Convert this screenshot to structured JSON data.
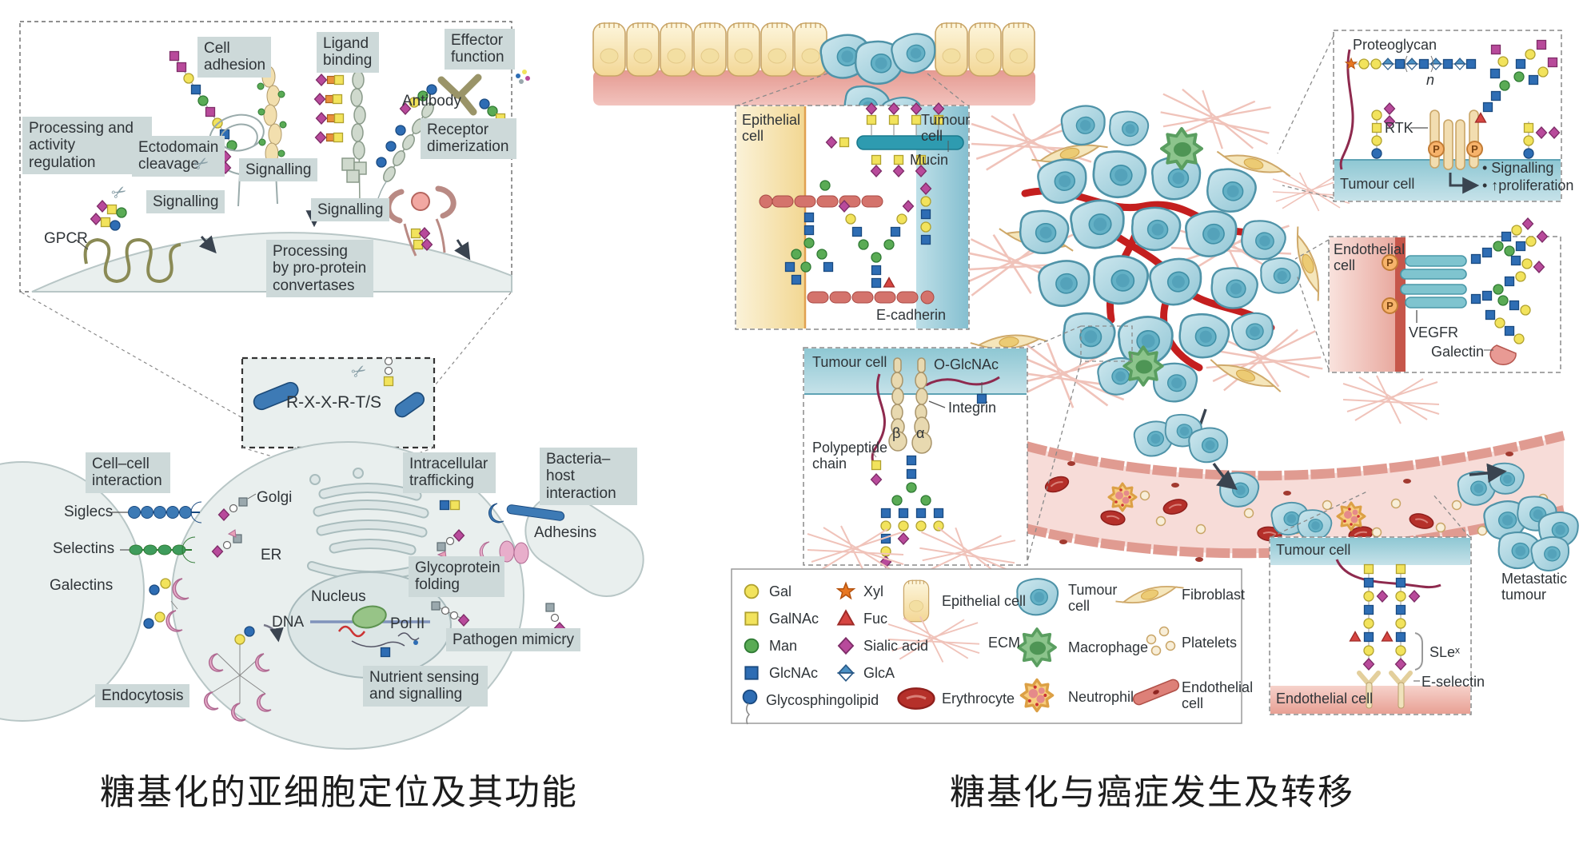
{
  "captions": {
    "left": "糖基化的亚细胞定位及其功能",
    "right": "糖基化与癌症发生及转移"
  },
  "icons": {
    "scissors": "✂"
  },
  "colors": {
    "label_box_bg": "#cdd9d9",
    "cell_body": "#e9efee",
    "cell_outline": "#b8c6c6",
    "tumour_fill": "#a9d2e0",
    "tumour_outline": "#4f93a8",
    "vessel_wall": "#e09b91",
    "vessel_lumen": "#f7dcd8",
    "erythrocyte": "#b5302a",
    "macrophage": "#8cc48c",
    "fibroblast": "#f5e6bb",
    "gal_yellow": "#f2e35c",
    "man_green": "#5aab55",
    "glcnac_blue": "#2e6db4",
    "sialic_magenta": "#b84a9b",
    "fuc_red": "#d64541",
    "xyl_orange": "#e87722",
    "polypeptide_maroon": "#8e2a4e",
    "mucin_teal": "#2e9bb0"
  },
  "left_panel": {
    "labels": {
      "cell_adhesion": "Cell adhesion",
      "ligand_binding": "Ligand binding",
      "effector_function": "Effector function",
      "antibody": "Antibody",
      "processing_and_activity_regulation": "Processing and activity regulation",
      "ectodomain_cleavage": "Ectodomain cleavage",
      "signalling_center": "Signalling",
      "signalling_left": "Signalling",
      "signalling_right": "Signalling",
      "receptor_dimerization": "Receptor dimerization",
      "gpcr": "GPCR",
      "processing_by_pro_protein_convertases": "Processing by pro-protein convertases",
      "cleavage_motif": "R-X-X-R-T/S",
      "cell_cell_interaction": "Cell–cell interaction",
      "siglecs": "Siglecs",
      "selectins": "Selectins",
      "galectins": "Galectins",
      "endocytosis": "Endocytosis",
      "golgi": "Golgi",
      "er": "ER",
      "nucleus": "Nucleus",
      "dna": "DNA",
      "pol_ii": "Pol II",
      "intracellular_trafficking": "Intracellular trafficking",
      "glycoprotein_folding": "Glycoprotein folding",
      "nutrient_sensing_and_signalling": "Nutrient sensing and signalling",
      "pathogen_mimicry": "Pathogen mimicry",
      "bacteria_host_interaction": "Bacteria–host interaction",
      "adhesins": "Adhesins"
    }
  },
  "right_panel": {
    "epithelial_inset": {
      "epithelial_cell": "Epithelial cell",
      "tumour_cell": "Tumour cell",
      "mucin": "Mucin",
      "e_cadherin": "E-cadherin"
    },
    "integrin_inset": {
      "tumour_cell": "Tumour cell",
      "o_glcnac": "O-GlcNAc",
      "integrin": "Integrin",
      "polypeptide_chain": "Polypeptide chain",
      "beta": "β",
      "alpha": "α"
    },
    "rtk_inset": {
      "proteoglycan": "Proteoglycan",
      "repeat_n": "n",
      "rtk": "RTK",
      "phospho": "P",
      "signalling": "• Signalling",
      "proliferation": "• ↑proliferation",
      "tumour_cell": "Tumour cell"
    },
    "vegfr_inset": {
      "endothelial_cell": "Endothelial cell",
      "phospho": "P",
      "vegfr": "VEGFR",
      "galectin": "Galectin"
    },
    "selectin_inset": {
      "tumour_cell": "Tumour cell",
      "slex": "SLeˣ",
      "e_selectin": "E-selectin",
      "endothelial_cell": "Endothelial cell"
    },
    "metastatic_tumour": "Metastatic tumour"
  },
  "legend": {
    "glycans": [
      {
        "label": "Gal",
        "icon": "yellow-circle"
      },
      {
        "label": "GalNAc",
        "icon": "yellow-square"
      },
      {
        "label": "Man",
        "icon": "green-circle"
      },
      {
        "label": "GlcNAc",
        "icon": "blue-square"
      },
      {
        "label": "Glycosphingolipid",
        "icon": "blue-circle-lipid-tail"
      },
      {
        "label": "Xyl",
        "icon": "orange-star"
      },
      {
        "label": "Fuc",
        "icon": "red-triangle"
      },
      {
        "label": "Sialic acid",
        "icon": "magenta-diamond"
      },
      {
        "label": "GlcA",
        "icon": "blue-white-diamond"
      }
    ],
    "cells": [
      {
        "label": "Epithelial cell",
        "icon": "epithelial-cell"
      },
      {
        "label": "ECM",
        "icon": "ecm-mesh"
      },
      {
        "label": "Erythrocyte",
        "icon": "erythrocyte"
      },
      {
        "label": "Tumour cell",
        "icon": "tumour-cell"
      },
      {
        "label": "Macrophage",
        "icon": "macrophage"
      },
      {
        "label": "Neutrophil",
        "icon": "neutrophil"
      },
      {
        "label": "Fibroblast",
        "icon": "fibroblast"
      },
      {
        "label": "Platelets",
        "icon": "platelets"
      },
      {
        "label": "Endothelial cell",
        "icon": "endothelial-rod"
      }
    ]
  }
}
